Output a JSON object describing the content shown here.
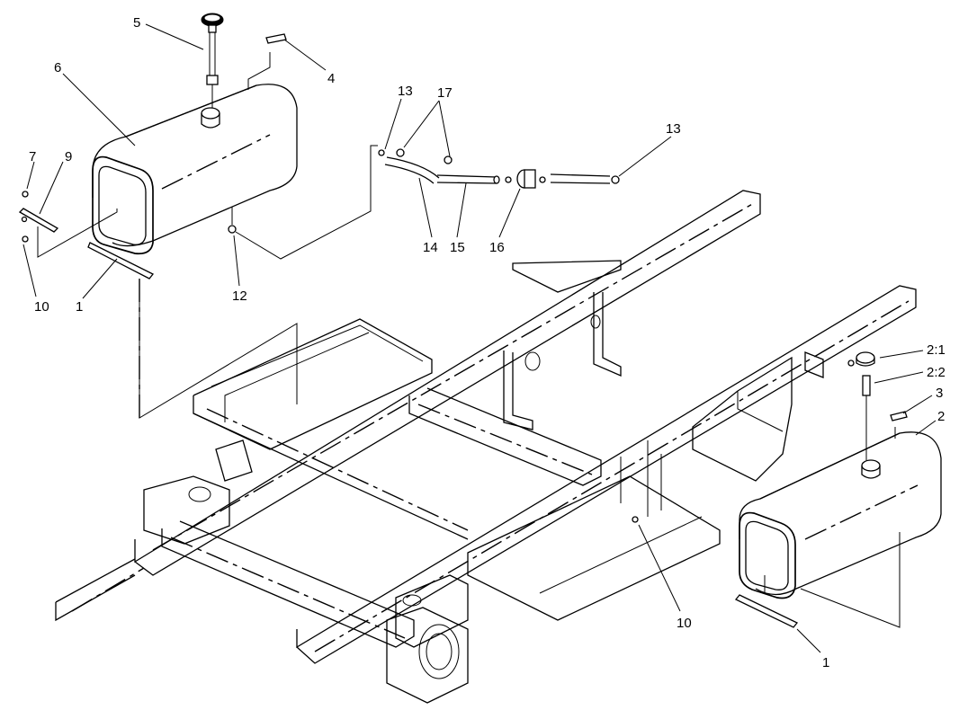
{
  "callouts": {
    "c1a": "1",
    "c1b": "1",
    "c2": "2",
    "c2_1": "2:1",
    "c2_2": "2:2",
    "c3": "3",
    "c4": "4",
    "c5": "5",
    "c6": "6",
    "c7": "7",
    "c9": "9",
    "c10a": "10",
    "c10b": "10",
    "c12": "12",
    "c13a": "13",
    "c13b": "13",
    "c14": "14",
    "c15": "15",
    "c16": "16",
    "c17": "17"
  }
}
